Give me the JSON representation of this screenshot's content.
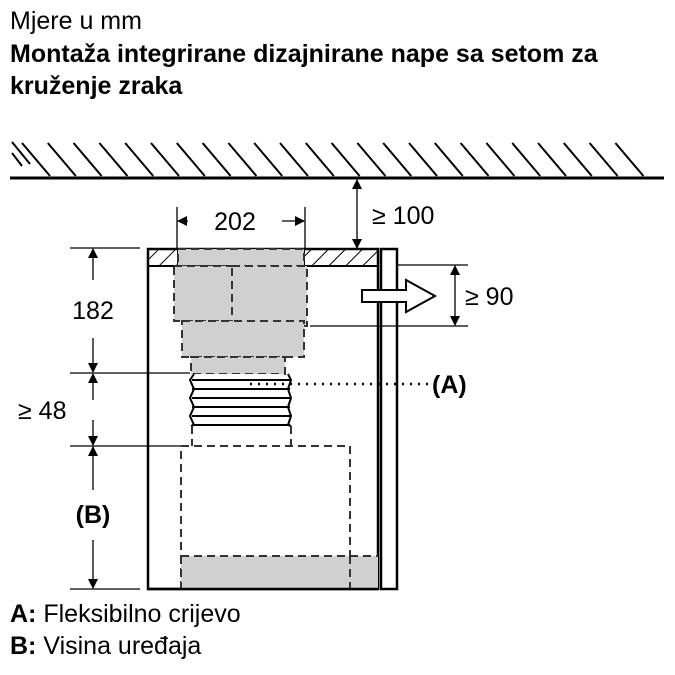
{
  "header": {
    "subtitle": "Mjere u mm",
    "title": "Montaža integrirane dizajnirane nape sa setom za kruženje zraka"
  },
  "dimensions": {
    "width_top": "202",
    "ceiling_gap": "≥ 100",
    "side_outlet": "≥ 90",
    "upper_height": "182",
    "hose_height": "≥ 48",
    "device_height": "(B)",
    "hose_label": "(A)"
  },
  "legend": [
    {
      "key": "A:",
      "text": "Fleksibilno crijevo"
    },
    {
      "key": "B:",
      "text": "Visina uređaja"
    }
  ],
  "colors": {
    "line": "#000000",
    "fill_gray": "#d0d0d0",
    "dash": "#333333"
  }
}
